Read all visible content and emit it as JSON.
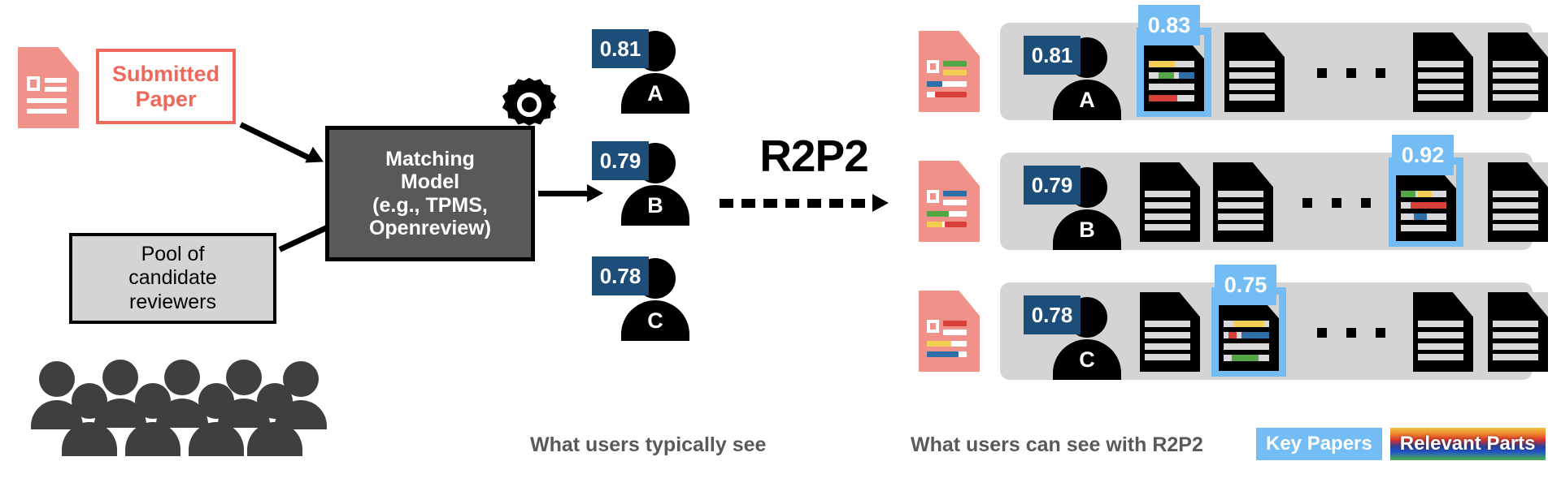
{
  "diagram": {
    "title": "R2P2 reviewer-paper matching pipeline",
    "submitted_paper": {
      "label": "Submitted\nPaper",
      "icon": "document-icon",
      "color": "#F0685B"
    },
    "pool_box": {
      "label": "Pool of\ncandidate\nreviewers",
      "color": "#D4D4D4"
    },
    "crowd": {
      "icon": "crowd-of-people-icon",
      "back_count": 5,
      "front_count": 4,
      "color": "#3F3F3F"
    },
    "matching_model": {
      "label": "Matching\nModel\n(e.g., TPMS,\nOpenreview)",
      "gear_icon": "gear-icon",
      "fill": "#595959"
    },
    "transform": {
      "label": "R2P2",
      "arrow": "dashed-right-arrow"
    },
    "typical_reviewers": [
      {
        "score": "0.81",
        "letter": "A"
      },
      {
        "score": "0.79",
        "letter": "B"
      },
      {
        "score": "0.78",
        "letter": "C"
      }
    ],
    "result_rows": [
      {
        "score": "0.81",
        "letter": "A",
        "key_score": "0.83",
        "key_index": 0,
        "paper_highlights": [
          "green",
          "yellow",
          "blue",
          "red"
        ],
        "key_doc_highlights": [
          "yellow",
          "green+blue",
          "none",
          "red"
        ],
        "docs_before_ellipsis": 2,
        "docs_after_ellipsis": 2
      },
      {
        "score": "0.79",
        "letter": "B",
        "key_score": "0.92",
        "key_index": 2,
        "paper_highlights": [
          "blue",
          "green",
          "yellow",
          "red"
        ],
        "key_doc_highlights": [
          "green+yellow",
          "red",
          "blue",
          "none"
        ],
        "docs_before_ellipsis": 2,
        "docs_after_ellipsis": 2
      },
      {
        "score": "0.78",
        "letter": "C",
        "key_score": "0.75",
        "key_index": 1,
        "paper_highlights": [
          "red",
          "blue",
          "yellow",
          "green"
        ],
        "key_doc_highlights": [
          "yellow",
          "red+blue",
          "none",
          "green"
        ],
        "docs_before_ellipsis": 2,
        "docs_after_ellipsis": 2
      }
    ],
    "captions": {
      "typical": "What users typically see",
      "with_r2p2": "What users can see with R2P2"
    },
    "legend": {
      "key_papers": "Key Papers",
      "relevant_parts": "Relevant Parts",
      "key_papers_color": "#74BDF4"
    },
    "colors": {
      "score_badge": "#1D4E79",
      "key_badge": "#74BDF4",
      "paper_pink": "#F0918A",
      "paper_outline": "#F0685B",
      "track_gray": "#D4D4D4",
      "model_gray": "#595959",
      "caption_gray": "#595959",
      "hl_yellow": "#F2CE52",
      "hl_green": "#53A545",
      "hl_blue": "#2F6FA8",
      "hl_red": "#D8413A"
    }
  }
}
